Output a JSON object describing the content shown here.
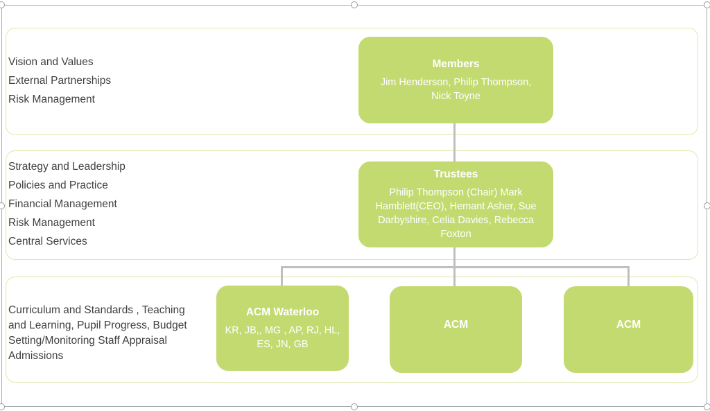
{
  "colors": {
    "node_fill": "#c3da70",
    "node_text": "#ffffff",
    "band_border": "#dce9a7",
    "connector": "#bfbfbf",
    "left_text": "#3f3f3f",
    "selection": "#aaaaaa"
  },
  "bands": [
    {
      "name": "members-row",
      "left_lines": [
        "Vision and Values",
        "External Partnerships",
        "Risk Management"
      ]
    },
    {
      "name": "trustees-row",
      "left_lines": [
        "Strategy and Leadership",
        "Policies and Practice",
        "Financial Management",
        "Risk Management",
        "Central Services"
      ]
    },
    {
      "name": "local-governance-row",
      "paragraph": "Curriculum and Standards , Teaching and Learning, Pupil Progress, Budget Setting/Monitoring Staff Appraisal Admissions"
    }
  ],
  "nodes": {
    "members": {
      "title": "Members",
      "body": "Jim Henderson, Philip Thompson, Nick Toyne"
    },
    "trustees": {
      "title": "Trustees",
      "body": "Philip Thompson (Chair) Mark Hamblett(CEO), Hemant Asher, Sue Darbyshire, Celia Davies, Rebecca Foxton"
    },
    "acm_waterloo": {
      "title": "ACM Waterloo",
      "body": "KR, JB,, MG , AP, RJ, HL, ES, JN, GB"
    },
    "acm_center": {
      "title": "ACM"
    },
    "acm_right": {
      "title": "ACM"
    }
  }
}
